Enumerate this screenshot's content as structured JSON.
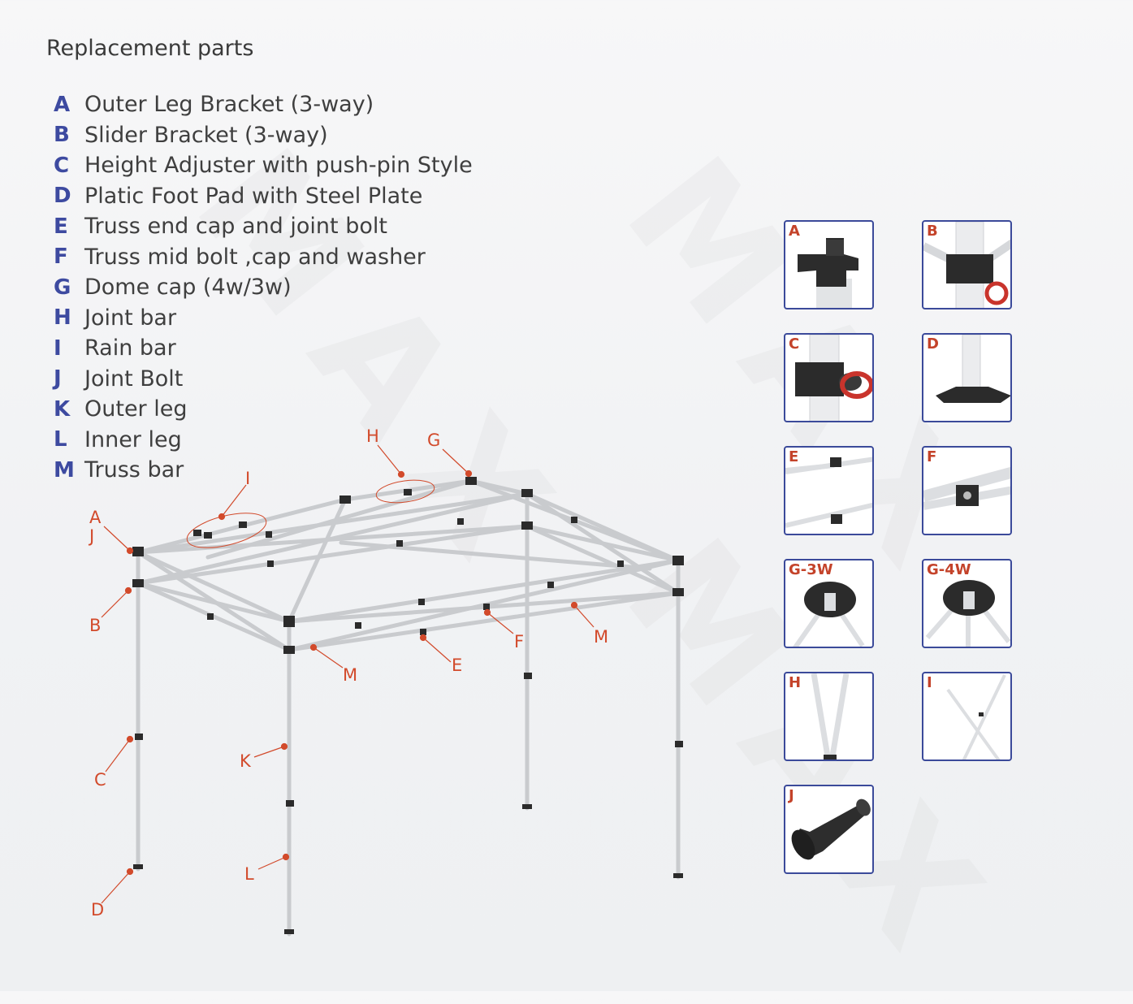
{
  "title": "Replacement parts",
  "parts": [
    {
      "letter": "A",
      "name": "Outer Leg Bracket (3-way)"
    },
    {
      "letter": "B",
      "name": "Slider Bracket (3-way)"
    },
    {
      "letter": "C",
      "name": "Height Adjuster with push-pin Style"
    },
    {
      "letter": "D",
      "name": "Platic Foot Pad with Steel Plate"
    },
    {
      "letter": "E",
      "name": "Truss end cap and joint bolt"
    },
    {
      "letter": "F",
      "name": "Truss mid bolt ,cap and washer"
    },
    {
      "letter": "G",
      "name": "Dome cap (4w/3w)"
    },
    {
      "letter": "H",
      "name": "Joint bar"
    },
    {
      "letter": "I",
      "name": "Rain bar"
    },
    {
      "letter": "J",
      "name": "Joint Bolt"
    },
    {
      "letter": "K",
      "name": "Outer leg"
    },
    {
      "letter": "L",
      "name": "Inner leg"
    },
    {
      "letter": "M",
      "name": "Truss bar"
    }
  ],
  "thumbnails": [
    "A",
    "B",
    "C",
    "D",
    "E",
    "F",
    "G-3W",
    "G-4W",
    "H",
    "I",
    "J"
  ],
  "callouts": [
    "A",
    "J",
    "B",
    "C",
    "D",
    "I",
    "H",
    "G",
    "M",
    "E",
    "F",
    "M",
    "K",
    "L"
  ],
  "watermark": [
    "MAX",
    "MAX",
    "MAX"
  ],
  "colors": {
    "accent_label": "#c4432a",
    "list_letter": "#3d4aa0",
    "thumb_border": "#3b4a9a",
    "callout": "#d24a2b"
  }
}
